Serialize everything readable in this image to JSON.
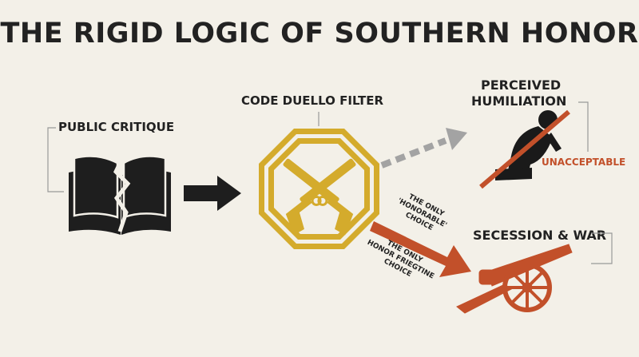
{
  "title": "THE RIGID LOGIC OF SOUTHERN HONOR",
  "nodes": {
    "critique": "PUBLIC CRITIQUE",
    "filter": "CODE DUELLO FILTER",
    "humiliation_line1": "PERCEIVED",
    "humiliation_line2": "HUMILIATION",
    "humiliation_tag": "UNACCEPTABLE",
    "war": "SECESSION & WAR"
  },
  "arrow_text": {
    "upper": [
      "THE ONLY",
      "'HONORABLE'",
      "CHOICE"
    ],
    "lower": [
      "THE ONLY",
      "HONOR FRIEGTINE",
      "CHOICE"
    ]
  },
  "icons": [
    "broken-book-icon",
    "crossed-pistols-icon",
    "kneeling-figure-icon",
    "cannon-icon"
  ],
  "colors": {
    "background": "#f3f0e8",
    "text": "#222222",
    "gold": "#d4ab2c",
    "rust": "#c2502a",
    "gray_arrow": "#a3a3a3"
  }
}
